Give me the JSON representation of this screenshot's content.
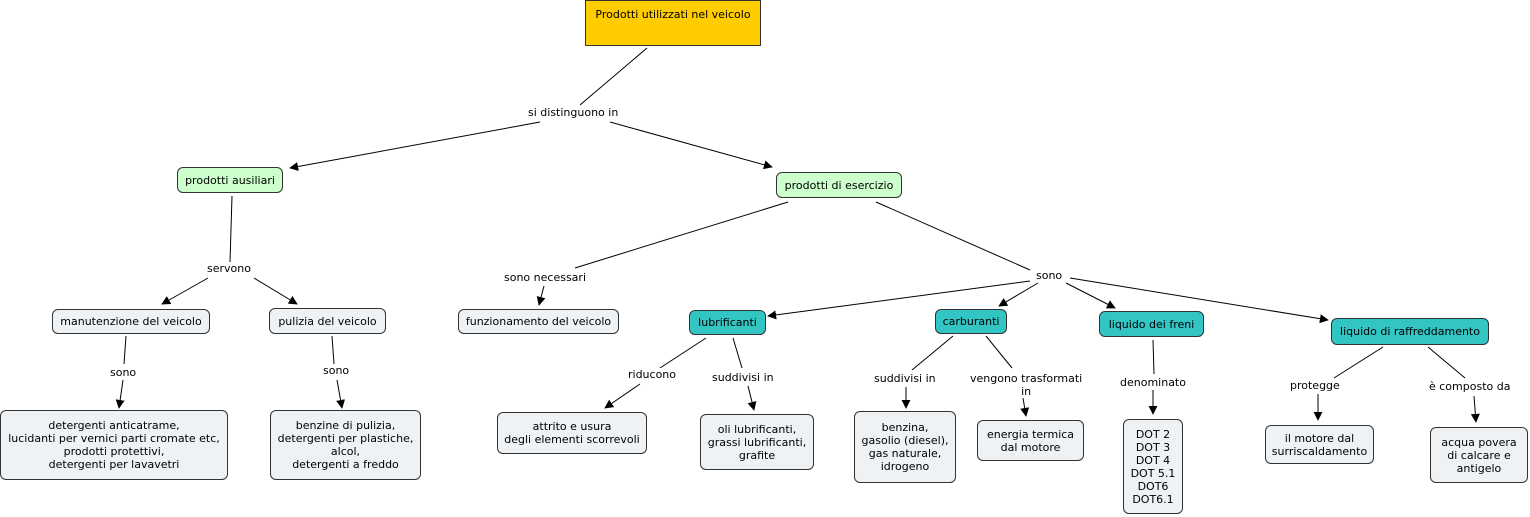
{
  "nodes": {
    "root": "Prodotti utilizzati nel veicolo",
    "ausiliari": "prodotti ausiliari",
    "esercizio": "prodotti di esercizio",
    "manutenzione": "manutenzione del veicolo",
    "pulizia": "pulizia del veicolo",
    "funzionamento": "funzionamento del veicolo",
    "lubrificanti": "lubrificanti",
    "carburanti": "carburanti",
    "freni": "liquido dei freni",
    "raffreddamento": "liquido di raffreddamento",
    "detergenti": "detergenti anticatrame,\nlucidanti per vernici parti cromate etc,\nprodotti protettivi,\ndetergenti per lavavetri",
    "benzine_pulizia": "benzine di pulizia,\ndetergenti per plastiche,\nalcol,\ndetergenti a freddo",
    "attrito": "attrito e usura\ndegli elementi scorrevoli",
    "oli": "oli lubrificanti,\ngrassi lubrificanti,\ngrafite",
    "benzina": "benzina,\ngasolio (diesel),\ngas naturale,\nidrogeno",
    "energia": "energia termica\ndal motore",
    "dot": "DOT 2\nDOT 3\nDOT 4\nDOT 5.1\nDOT6\nDOT6.1",
    "motore": "il motore dal\nsurriscaldamento",
    "acqua": "acqua povera\ndi calcare e\nantigelo"
  },
  "links": {
    "distinguono": "si distinguono in",
    "servono": "servono",
    "sono_manut": "sono",
    "sono_pulizia": "sono",
    "necessari": "sono necessari",
    "sono_eserc": "sono",
    "riducono": "riducono",
    "suddivisi_lub": "suddivisi in",
    "suddivisi_carb": "suddivisi in",
    "trasformati": "vengono trasformati\nin",
    "denominato": "denominato",
    "protegge": "protegge",
    "composto": "è composto da"
  },
  "colors": {
    "root": "#ffcc00",
    "main_category": "#ccffcc",
    "product_type": "#33c4c4",
    "leaf": "#eef2f4"
  }
}
